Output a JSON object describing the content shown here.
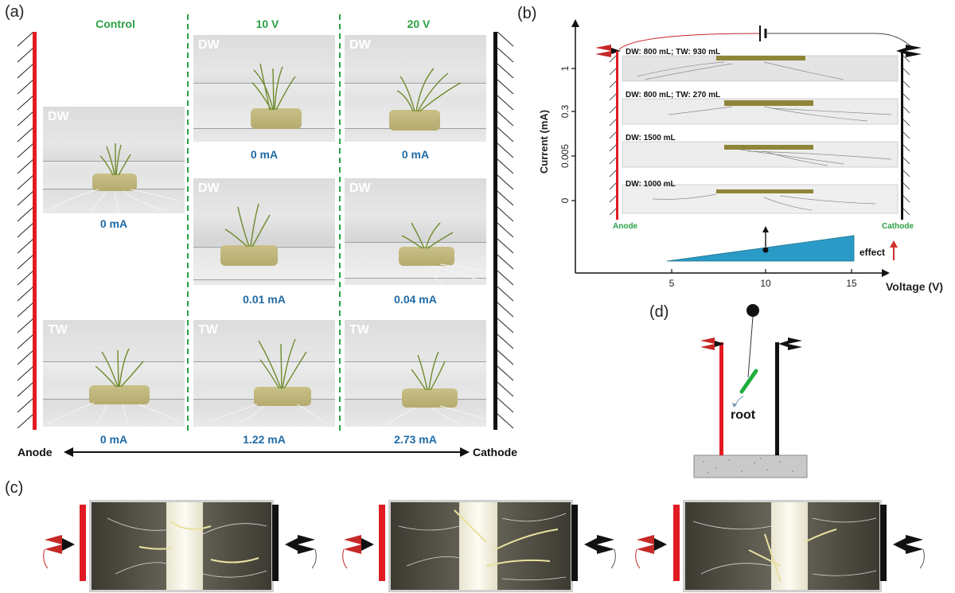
{
  "panel_labels": {
    "a": "(a)",
    "b": "(b)",
    "c": "(c)",
    "d": "(d)"
  },
  "panel_a": {
    "col_headers": [
      "Control",
      "10 V",
      "20 V"
    ],
    "photo_tags": {
      "dw": "DW",
      "tw": "TW"
    },
    "currents": {
      "control_dw": "0 mA",
      "v10_dw_top": "0 mA",
      "v20_dw_top": "0 mA",
      "v10_dw_mid": "0.01 mA",
      "v20_dw_mid": "0.04 mA",
      "control_tw": "0 mA",
      "v10_tw": "1.22 mA",
      "v20_tw": "2.73 mA"
    },
    "anode_label": "Anode",
    "cathode_label": "Cathode"
  },
  "panel_b": {
    "rows": [
      {
        "label": "DW: 800 mL; TW: 930 mL",
        "tick": "1"
      },
      {
        "label": "DW: 800 mL; TW: 270 mL",
        "tick": "0.3"
      },
      {
        "label": "DW: 1500 mL",
        "tick": "0.005"
      },
      {
        "label": "DW: 1000 mL",
        "tick": "0"
      }
    ],
    "y_axis_label": "Current (mA)",
    "x_axis_label": "Voltage (V)",
    "x_ticks": [
      "5",
      "10",
      "15"
    ],
    "anode_label": "Anode",
    "cathode_label": "Cathode",
    "effect_label": "effect"
  },
  "panel_d": {
    "root_label": "root"
  },
  "colors": {
    "anode_red": "#e11b22",
    "cathode_black": "#111111",
    "header_green": "#2aa043",
    "current_blue": "#1f6aa5",
    "wedge_blue": "#2a9bc6",
    "root_green": "#1fae3c"
  }
}
